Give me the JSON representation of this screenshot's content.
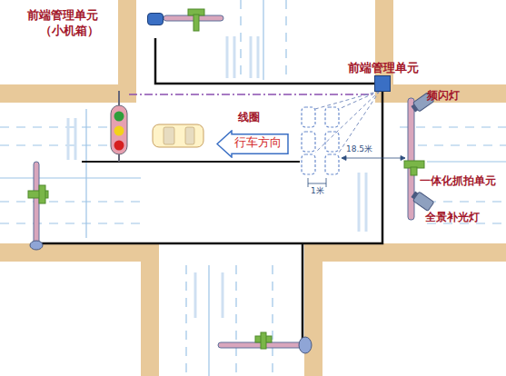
{
  "diagram": {
    "nodes": [
      {
        "text": [
          "前端管理单元",
          "（小机箱）"
        ]
      },
      {
        "text": [
          "前端管理单元"
        ]
      },
      {
        "text": [
          "行车方向"
        ]
      }
    ],
    "edges": [
      {
        "from": 0,
        "to": 1,
        "arrow": "none"
      }
    ],
    "labels": [
      "频闪灯",
      "一体化抓拍单元",
      "全景补光灯",
      "线圈",
      "18.5米",
      "1米"
    ]
  }
}
